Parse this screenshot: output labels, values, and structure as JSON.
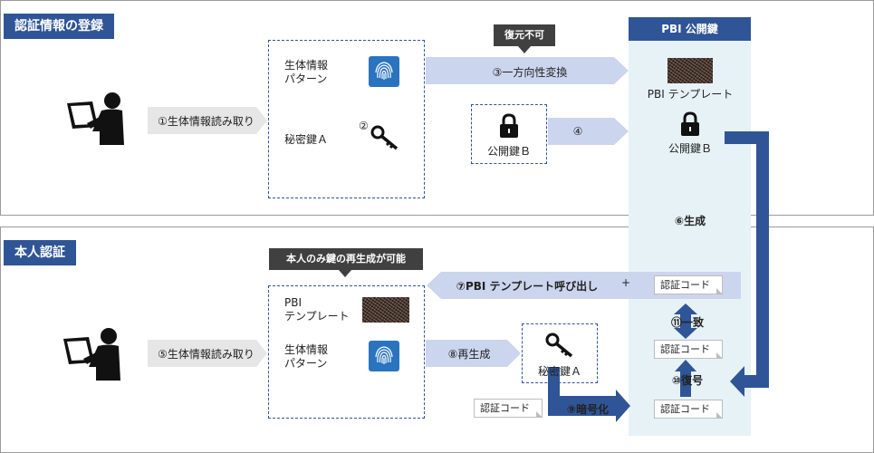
{
  "sections": {
    "registration": {
      "title": "認証情報の登録"
    },
    "authentication": {
      "title": "本人認証"
    }
  },
  "pbi_panel": {
    "title": "PBI 公開鍵"
  },
  "registration": {
    "step1": "①生体情報読み取り",
    "biometric_label": "生体情報\nパターン",
    "secret_key_label": "秘密鍵Ａ",
    "step2": "②",
    "irreversible": "復元不可",
    "step3": "③一方向性変換",
    "public_key_b": "公開鍵Ｂ",
    "step4": "④",
    "pbi_template": "PBI テンプレート",
    "public_key_b_pbi": "公開鍵Ｂ",
    "step6": "⑥生成"
  },
  "authentication": {
    "regen_note": "本人のみ鍵の再生成が可能",
    "step7": "⑦PBI テンプレート呼び出し",
    "plus": "+",
    "auth_code": "認証コード",
    "pbi_template_label": "PBI\nテンプレート",
    "biometric_label": "生体情報\nパターン",
    "step5": "⑤生体情報読み取り",
    "step8": "⑧再生成",
    "secret_key_label": "秘密鍵Ａ",
    "step11": "⑪一致",
    "step10": "⑩復号",
    "step9": "⑨暗号化",
    "auth_code_left": "認証コード",
    "auth_code_mid": "認証コード",
    "auth_code_bottom": "認証コード"
  },
  "colors": {
    "accent": "#2f5597",
    "arrow_light": "#ccd5ee",
    "arrow_dark": "#2f5597",
    "pbi_panel_bg": "#e6f2f6",
    "fingerprint_icon": "#2a74bf"
  },
  "icons": [
    "person-tablet-icon",
    "fingerprint-icon",
    "key-icon",
    "padlock-icon"
  ]
}
